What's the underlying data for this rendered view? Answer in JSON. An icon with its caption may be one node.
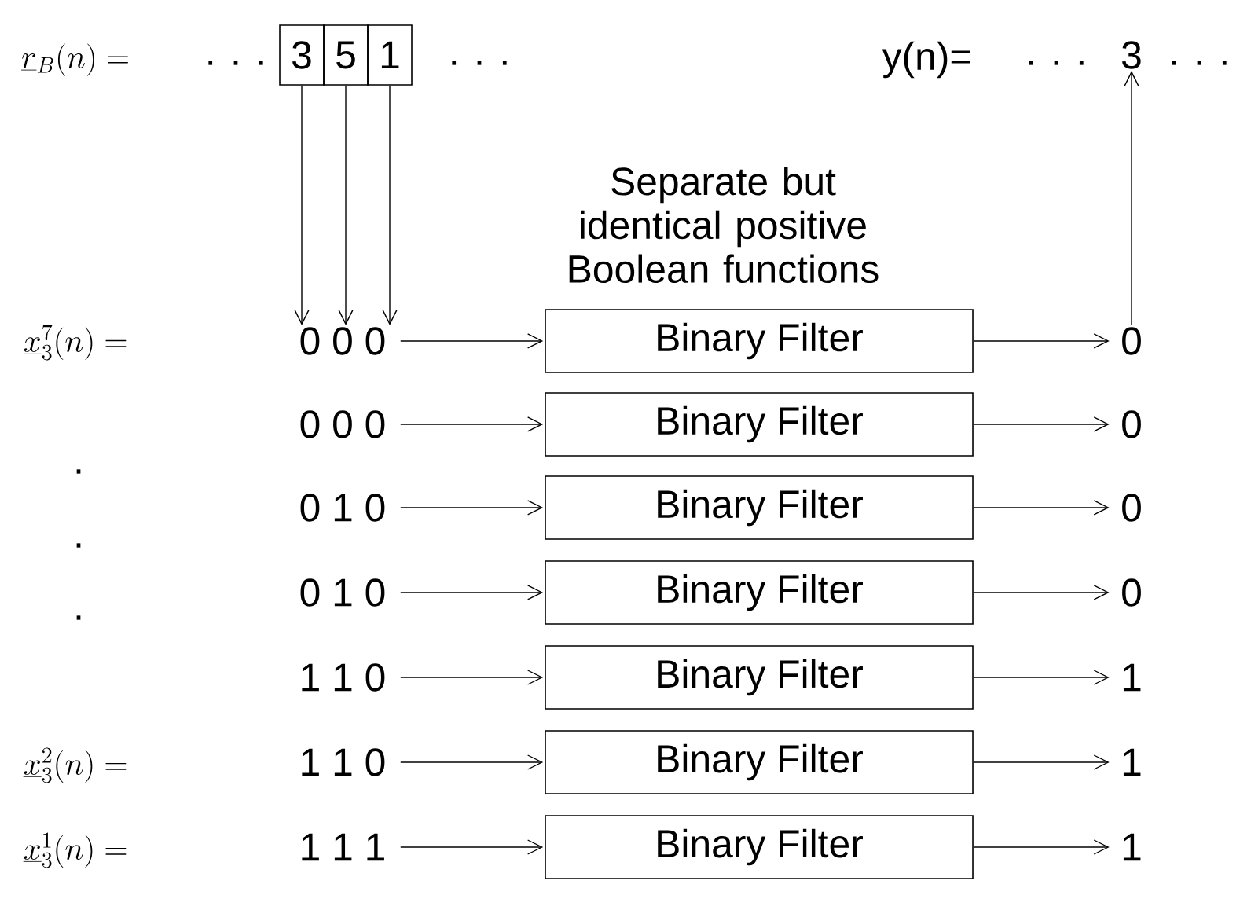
{
  "diagram": {
    "nodes": [
      {
        "text": [
          "3"
        ]
      },
      {
        "text": [
          "5"
        ]
      },
      {
        "text": [
          "1"
        ]
      },
      {
        "text": [
          "3"
        ]
      },
      {
        "text": [
          "0 0 0"
        ]
      },
      {
        "text": [
          "Binary Filter"
        ]
      },
      {
        "text": [
          "0"
        ]
      },
      {
        "text": [
          "0 0 0"
        ]
      },
      {
        "text": [
          "Binary Filter"
        ]
      },
      {
        "text": [
          "0"
        ]
      },
      {
        "text": [
          "0 1 0"
        ]
      },
      {
        "text": [
          "Binary Filter"
        ]
      },
      {
        "text": [
          "0"
        ]
      },
      {
        "text": [
          "0 1 0"
        ]
      },
      {
        "text": [
          "Binary Filter"
        ]
      },
      {
        "text": [
          "0"
        ]
      },
      {
        "text": [
          "1 1 0"
        ]
      },
      {
        "text": [
          "Binary Filter"
        ]
      },
      {
        "text": [
          "1"
        ]
      },
      {
        "text": [
          "1 1 0"
        ]
      },
      {
        "text": [
          "Binary Filter"
        ]
      },
      {
        "text": [
          "1"
        ]
      },
      {
        "text": [
          "1 1 1"
        ]
      },
      {
        "text": [
          "Binary Filter"
        ]
      },
      {
        "text": [
          "1"
        ]
      }
    ],
    "edges": [
      {
        "from": 0,
        "to": 4,
        "arrow": "to"
      },
      {
        "from": 1,
        "to": 4,
        "arrow": "to"
      },
      {
        "from": 2,
        "to": 4,
        "arrow": "to"
      },
      {
        "from": 6,
        "to": 3,
        "arrow": "to"
      },
      {
        "from": 4,
        "to": 5,
        "arrow": "to"
      },
      {
        "from": 5,
        "to": 6,
        "arrow": "to"
      },
      {
        "from": 7,
        "to": 8,
        "arrow": "to"
      },
      {
        "from": 8,
        "to": 9,
        "arrow": "to"
      },
      {
        "from": 10,
        "to": 11,
        "arrow": "to"
      },
      {
        "from": 11,
        "to": 12,
        "arrow": "to"
      },
      {
        "from": 13,
        "to": 14,
        "arrow": "to"
      },
      {
        "from": 14,
        "to": 15,
        "arrow": "to"
      },
      {
        "from": 16,
        "to": 17,
        "arrow": "to"
      },
      {
        "from": 17,
        "to": 18,
        "arrow": "to"
      },
      {
        "from": 19,
        "to": 20,
        "arrow": "to"
      },
      {
        "from": 20,
        "to": 21,
        "arrow": "to"
      },
      {
        "from": 22,
        "to": 23,
        "arrow": "to"
      },
      {
        "from": 23,
        "to": 24,
        "arrow": "to"
      }
    ],
    "labels": [
      "\\underline{r}_{B}(n)=",
      ". . .",
      ". . .",
      "y(n)=",
      ". . .",
      ". . .",
      "Separate but identical positive Boolean functions",
      "\\underline{x}^{7}_{3}(n)=",
      ".",
      ".",
      ".",
      "\\underline{x}^{2}_{3}(n)=",
      "\\underline{x}^{1}_{3}(n)="
    ]
  }
}
